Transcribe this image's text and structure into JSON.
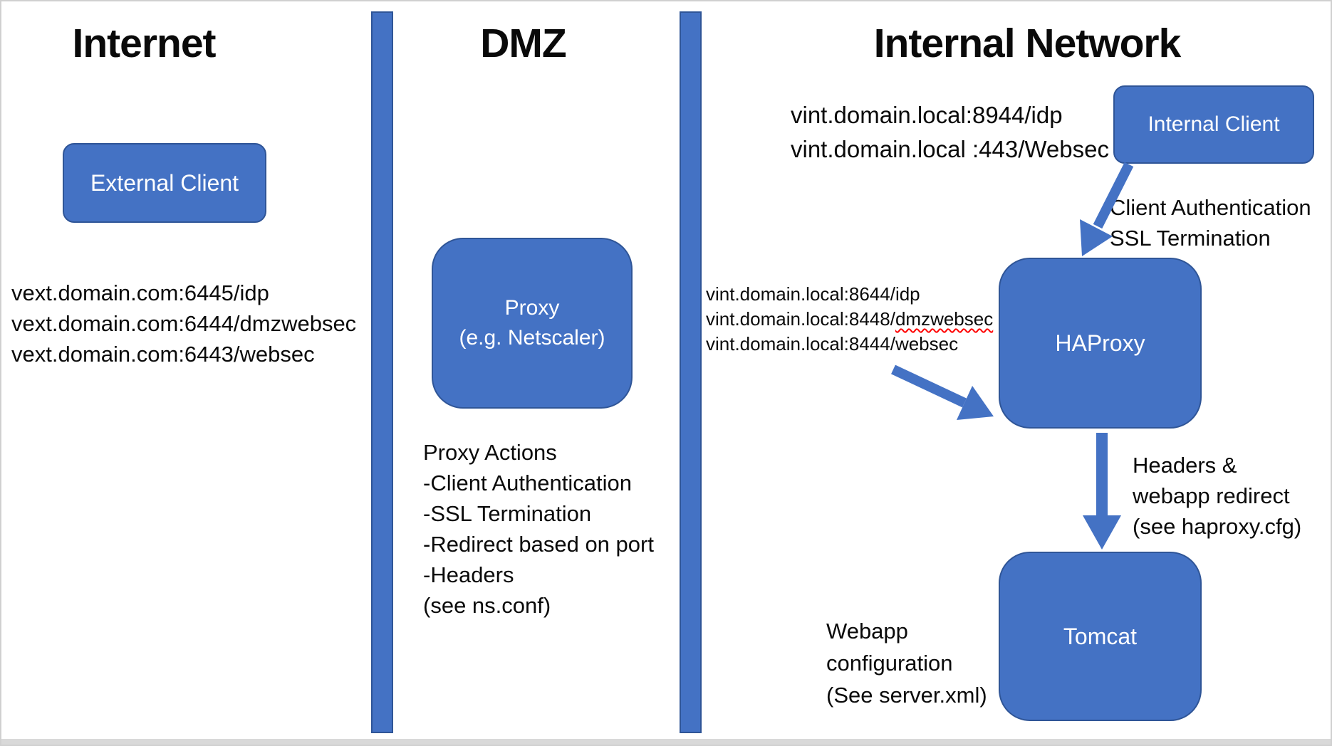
{
  "colors": {
    "node_fill": "#4472C4",
    "node_border": "#2F5597",
    "arrow": "#4472C4",
    "spellcheck_squiggle": "#FF0000",
    "heading_text": "#0A0A0A",
    "box_text": "#FFFFFF"
  },
  "zones": {
    "internet": {
      "title": "Internet",
      "client_box_label": "External Client",
      "endpoints": [
        "vext.domain.com:6445/idp",
        "vext.domain.com:6444/dmzwebsec",
        "vext.domain.com:6443/websec"
      ]
    },
    "dmz": {
      "title": "DMZ",
      "proxy_box_line1": "Proxy",
      "proxy_box_line2": "(e.g. Netscaler)",
      "proxy_actions": [
        "Proxy Actions",
        "-Client Authentication",
        "-SSL Termination",
        "-Redirect based on port",
        "-Headers",
        "(see ns.conf)"
      ]
    },
    "internal": {
      "title": "Internal Network",
      "client_endpoints": [
        "vint.domain.local:8944/idp",
        "vint.domain.local :443/Websec"
      ],
      "client_box_label": "Internal Client",
      "client_arrow_note": [
        "Client Authentication",
        "SSL Termination"
      ],
      "haproxy_endpoints": {
        "line1": "vint.domain.local:8644/idp",
        "line2_prefix": "vint.domain.local:8448/",
        "line2_flagged": "dmzwebsec",
        "line3": "vint.domain.local:8444/websec"
      },
      "haproxy_box_label": "HAProxy",
      "haproxy_arrow_note": [
        "Headers &",
        "webapp redirect",
        "(see haproxy.cfg)"
      ],
      "tomcat_box_label": "Tomcat",
      "tomcat_note": [
        "Webapp",
        "configuration",
        "(See server.xml)"
      ]
    }
  }
}
